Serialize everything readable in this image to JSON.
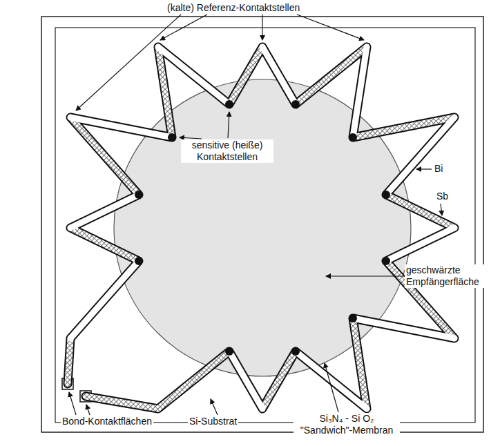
{
  "diagram": {
    "labels": [
      "(kalte) Referenz-Kontaktstellen",
      "sensitive (heiße) Kontaktstellen",
      "Bi",
      "Sb",
      "geschwärzte Empfängerfläche",
      "Bond-Kontaktflächen",
      "Si-Substrat",
      "Si₃N₄ - Si O₂ \"Sandwich\"-Membran"
    ]
  }
}
